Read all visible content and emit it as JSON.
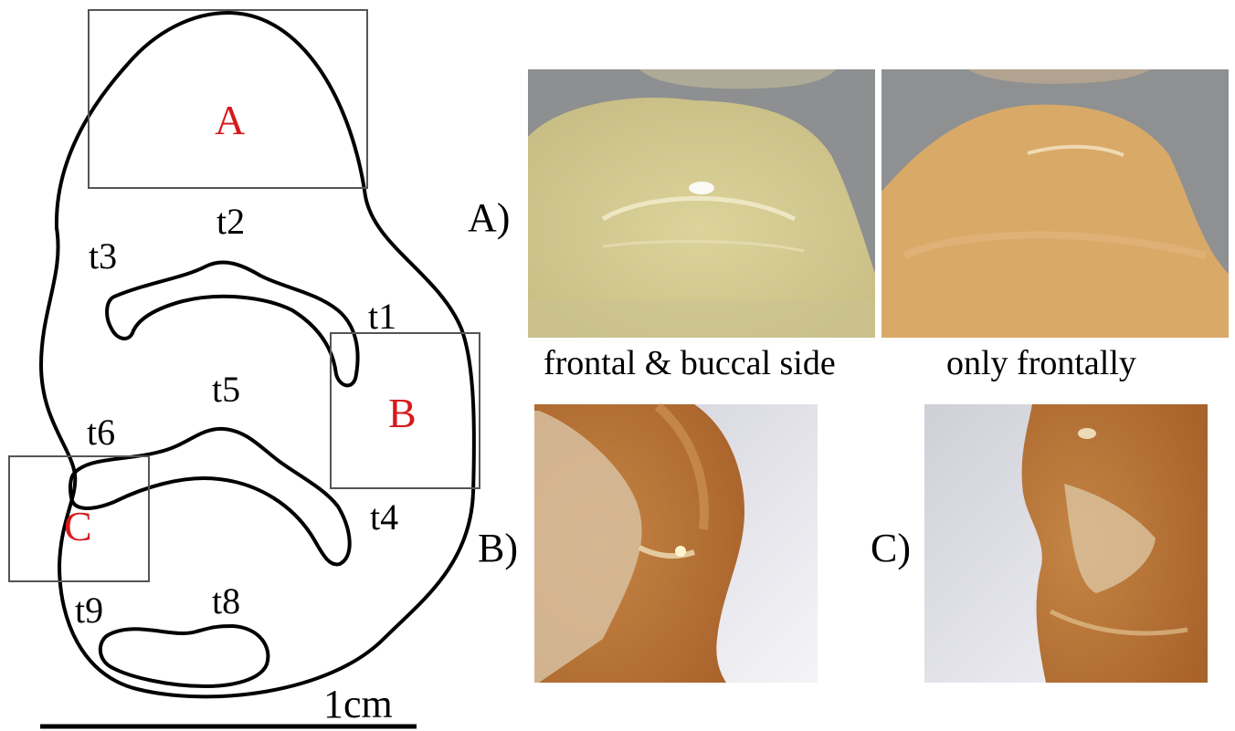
{
  "diagram": {
    "region_labels": {
      "a": "A",
      "b": "B",
      "c": "C"
    },
    "tubercles": {
      "t1": "t1",
      "t2": "t2",
      "t3": "t3",
      "t4": "t4",
      "t5": "t5",
      "t6": "t6",
      "t8": "t8",
      "t9": "t9"
    },
    "scale_bar_label": "1cm"
  },
  "photos": {
    "panel_a_label": "A)",
    "panel_b_label": "B)",
    "panel_c_label": "C)",
    "caption_left": "frontal & buccal side",
    "caption_right": "only frontally"
  },
  "colors": {
    "region_label": "#d7191c",
    "photo_a_tint": "#d9cf9a",
    "photo_bc_tint": "#c07a3a"
  }
}
